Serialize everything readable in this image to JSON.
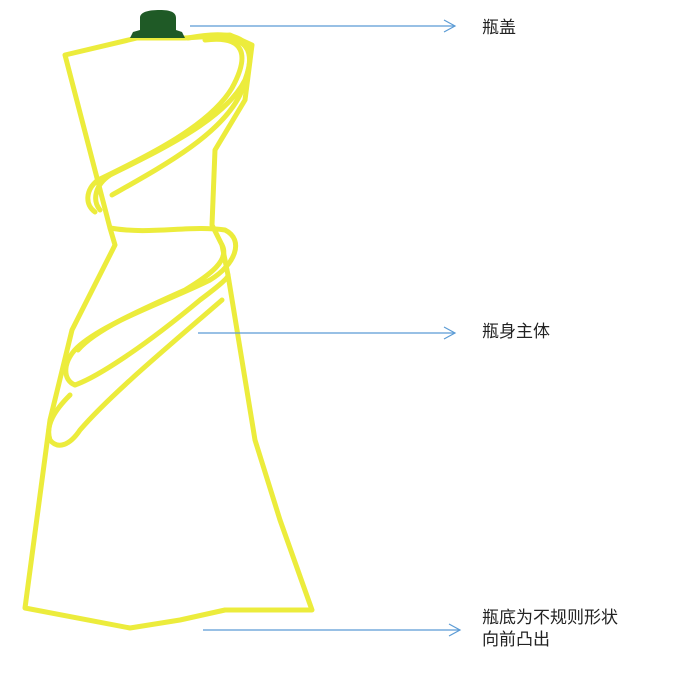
{
  "labels": {
    "cap": "瓶盖",
    "body": "瓶身主体",
    "base_line1": "瓶底为不规则形状",
    "base_line2": "向前凸出"
  },
  "colors": {
    "outline": "#ecec3c",
    "cap": "#1f5a26",
    "arrow": "#5b9bd5",
    "text": "#222222",
    "background": "#ffffff"
  }
}
